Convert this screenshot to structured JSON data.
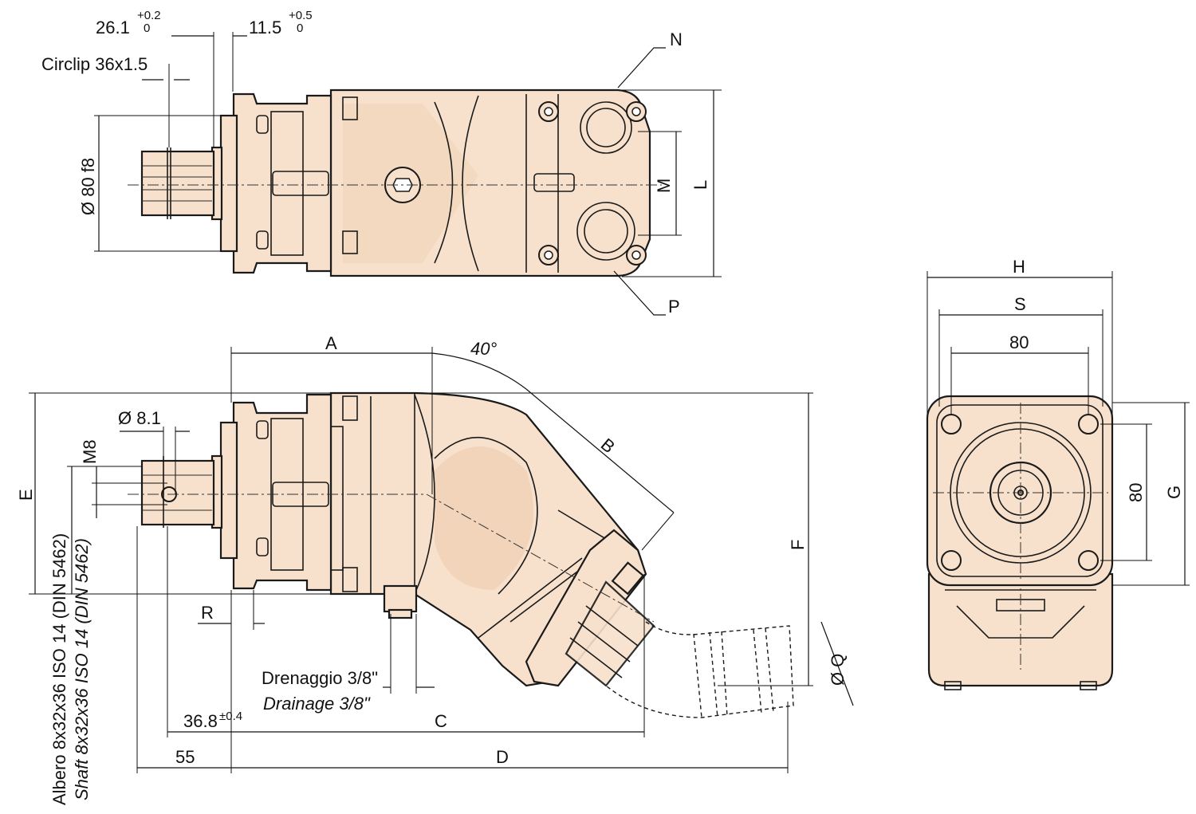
{
  "labels": {
    "d_26_1": "26.1",
    "d_26_1_tol_upper": "+0.2",
    "d_26_1_tol_lower": "0",
    "d_11_5": "11.5",
    "d_11_5_tol_upper": "+0.5",
    "d_11_5_tol_lower": "0",
    "circlip": "Circlip 36x1.5",
    "dia_80": "Ø 80 f8",
    "N": "N",
    "M": "M",
    "L": "L",
    "P": "P",
    "A": "A",
    "angle": "40°",
    "B": "B",
    "dia_8_1": "Ø 8.1",
    "M8": "M8",
    "E": "E",
    "F": "F",
    "R": "R",
    "dia_Q": "Ø Q",
    "drain_it": "Drenaggio 3/8\"",
    "drain_en": "Drainage 3/8\"",
    "C": "C",
    "D": "D",
    "d_36_8": "36.8",
    "d_36_8_tol": "±0.4",
    "d_55": "55",
    "shaft_it": "Albero 8x32x36 ISO 14 (DIN 5462)",
    "shaft_en": "Shaft 8x32x36 ISO 14 (DIN 5462)",
    "H": "H",
    "S": "S",
    "d_80_top": "80",
    "d_80_side": "80",
    "G": "G"
  },
  "colors": {
    "body": "#f7e1cc",
    "line": "#1a1a1a"
  }
}
